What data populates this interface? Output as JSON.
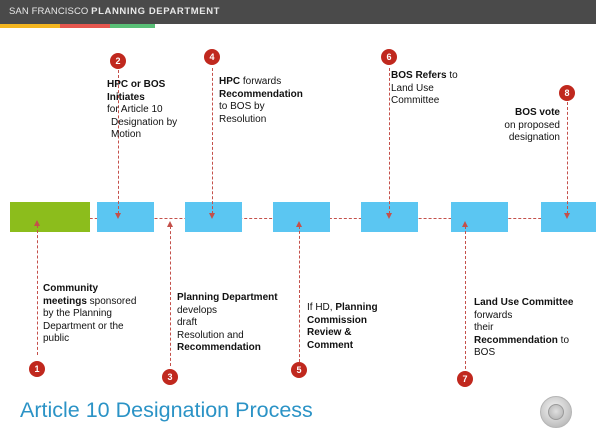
{
  "header": {
    "org_light": "SAN FRANCISCO",
    "org_bold": "PLANNING DEPARTMENT",
    "bar_color": "#4a4a4a",
    "accent_colors": [
      "#f3b51f",
      "#e5564e",
      "#59bf76",
      "#9ccb3b"
    ]
  },
  "timeline": {
    "line_color": "#c4504a",
    "box_color": "#5bc6f2",
    "start_box_color": "#8cbd1c"
  },
  "steps": [
    {
      "number": "1",
      "lines": [
        [
          "Community",
          ""
        ],
        [
          "meetings",
          " sponsored"
        ],
        [
          "",
          "by the Planning"
        ],
        [
          "",
          "Department or the"
        ],
        [
          "",
          "public"
        ]
      ]
    },
    {
      "number": "2",
      "lines": [
        [
          "HPC or BOS",
          ""
        ],
        [
          "Initiates",
          ""
        ],
        [
          "",
          " for Article 10"
        ],
        [
          "",
          "Designation by"
        ],
        [
          "",
          "Motion"
        ]
      ]
    },
    {
      "number": "3",
      "lines": [
        [
          "Planning Department",
          ""
        ],
        [
          "",
          "develops"
        ],
        [
          "",
          "draft"
        ],
        [
          "",
          "Resolution and"
        ],
        [
          "Recommendation",
          ""
        ]
      ]
    },
    {
      "number": "4",
      "lines": [
        [
          "HPC",
          " forwards"
        ],
        [
          "Recommendation",
          ""
        ],
        [
          "",
          "to BOS by"
        ],
        [
          "",
          "Resolution"
        ]
      ]
    },
    {
      "number": "5",
      "lines": [
        [
          "",
          "If HD, ",
          "Planning"
        ],
        [
          "Commission",
          ""
        ],
        [
          "Review &",
          ""
        ],
        [
          "Comment",
          ""
        ]
      ]
    },
    {
      "number": "6",
      "lines": [
        [
          "BOS Refers",
          " to"
        ],
        [
          "",
          "Land Use"
        ],
        [
          "",
          "Committee"
        ]
      ]
    },
    {
      "number": "7",
      "lines": [
        [
          "Land Use Committee",
          ""
        ],
        [
          "",
          "forwards"
        ],
        [
          "",
          "their"
        ],
        [
          "Recommendation",
          " to"
        ],
        [
          "",
          "BOS"
        ]
      ]
    },
    {
      "number": "8",
      "lines": [
        [
          "BOS vote",
          ""
        ],
        [
          "",
          "on proposed"
        ],
        [
          "",
          "designation"
        ]
      ]
    }
  ],
  "title": "Article 10 Designation Process",
  "badge_color": "#c0281e",
  "title_color": "#2b93c6"
}
